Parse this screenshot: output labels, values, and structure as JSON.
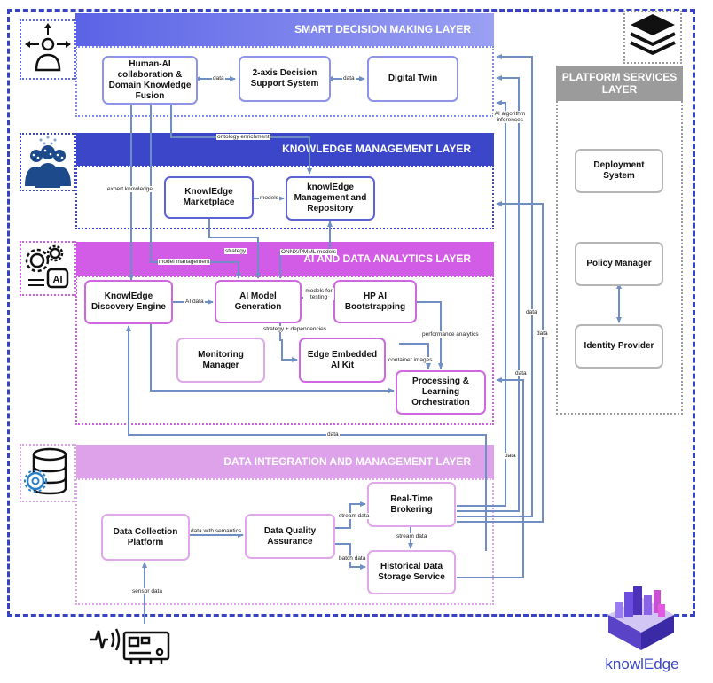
{
  "layers": {
    "smart_decision": "SMART DECISION MAKING LAYER",
    "knowledge": "KNOWLEDGE MANAGEMENT LAYER",
    "ai_analytics": "AI AND DATA ANALYTICS LAYER",
    "data_integration": "DATA INTEGRATION AND MANAGEMENT LAYER",
    "platform_services": "PLATFORM SERVICES LAYER"
  },
  "nodes": {
    "human_ai": "Human-AI collaboration & Domain Knowledge Fusion",
    "decision_support": "2-axis Decision Support System",
    "digital_twin": "Digital Twin",
    "marketplace": "KnowlEdge Marketplace",
    "km_repository": "knowlEdge Management and Repository",
    "discovery_engine": "KnowlEdge Discovery Engine",
    "ai_model_generation": "AI Model Generation",
    "hp_ai_bootstrapping": "HP AI Bootstrapping",
    "monitoring_manager": "Monitoring Manager",
    "edge_ai_kit": "Edge Embedded AI Kit",
    "processing_learning": "Processing & Learning Orchestration",
    "data_collection": "Data Collection Platform",
    "data_quality": "Data Quality Assurance",
    "realtime_brokering": "Real-Time Brokering",
    "historical_storage": "Historical Data Storage Service",
    "deployment_system": "Deployment System",
    "policy_manager": "Policy Manager",
    "identity_provider": "Identity Provider"
  },
  "edge_labels": {
    "data_1": "data",
    "data_2": "data",
    "ontology": "ontology enrichment",
    "ai_inferences": "AI algorithm inferences",
    "expert_knowledge": "expert knowledge",
    "models": "models",
    "strategy": "strategy",
    "onnx": "ONNX/PMML models",
    "model_management": "model management",
    "ai_data": "AI data",
    "models_testing": "models for testing",
    "strategy_deps": "strategy + dependencies",
    "performance": "performance analytics",
    "container_images": "container images",
    "data_right_1": "data",
    "data_right_2": "data",
    "data_right_3": "data",
    "data_right_4": "data",
    "data_bottom": "data",
    "stream_data_1": "stream data",
    "stream_data_2": "stream data",
    "batch_data": "batch data",
    "data_semantics": "data with semantics",
    "sensor_data": "sensor data"
  },
  "logo": {
    "text": "knowlEdge"
  },
  "icons": [
    "person-arrows-icon",
    "team-network-icon",
    "ai-gears-icon",
    "database-gear-icon",
    "layers-stack-icon",
    "sensor-device-icon"
  ],
  "colors": {
    "smart_band": "#7f86f0",
    "knowledge_band": "#3b46c9",
    "ai_band": "#d35ce6",
    "data_band": "#dea2ea",
    "platform_band": "#9b9b9b",
    "edge": "#6f8fc4",
    "outer": "#3843c4"
  }
}
